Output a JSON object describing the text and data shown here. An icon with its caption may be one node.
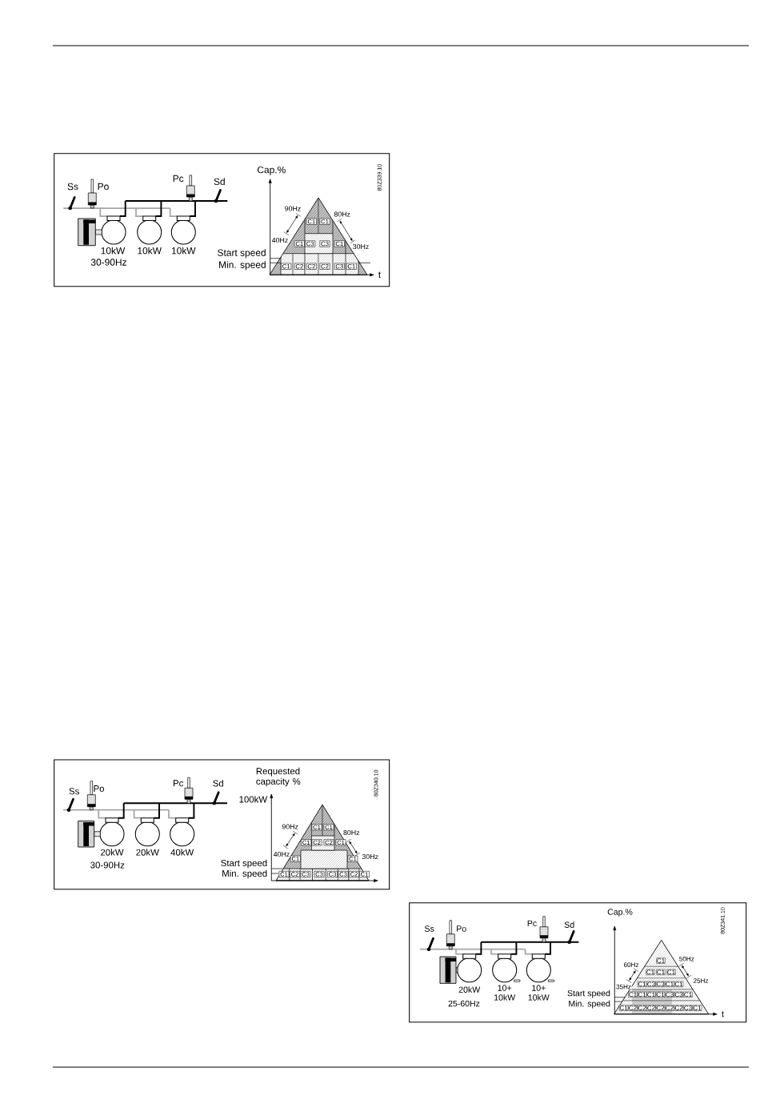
{
  "diagram": {
    "labels": [
      "Ss",
      "Po",
      "Pc",
      "Sd",
      "10kW",
      "10kW",
      "10kW",
      "30-90Hz",
      "Cap.%",
      "80Z339.10",
      "90Hz",
      "80Hz",
      "40Hz",
      "30Hz",
      "Start speed",
      "Min. speed",
      "t",
      "C1",
      "C1",
      "C1",
      "C3",
      "C3",
      "C1",
      "C1",
      "C2",
      "C2",
      "C2",
      "C3",
      "C1",
      "Ss",
      "Po",
      "Pc",
      "Sd",
      "20kW",
      "20kW",
      "40kW",
      "30-90Hz",
      "Requested capacity %",
      "80Z340.10",
      "100kW",
      "90Hz",
      "80Hz",
      "40Hz",
      "30Hz",
      "Start speed",
      "Min. speed",
      "C1",
      "C1",
      "C1",
      "C2",
      "C2",
      "C1",
      "C1",
      "C1",
      "C1",
      "C2",
      "C3",
      "C3",
      "C3",
      "C3",
      "C2",
      "C1",
      "Ss",
      "Po",
      "Pc",
      "Sd",
      "20kW",
      "10+ 10kW",
      "10+ 10kW",
      "25-60Hz",
      "Cap.%",
      "80Z341.10",
      "60Hz",
      "50Hz",
      "35Hz",
      "25Hz",
      "Start speed",
      "Min. speed",
      "t",
      "C1",
      "C1",
      "C1",
      "C1",
      "C1",
      "C3",
      "C3",
      "C1",
      "C1",
      "C1",
      "C1",
      "C1",
      "C1",
      "C3",
      "C3",
      "C1",
      "C1",
      "C2",
      "C2",
      "C2",
      "C2",
      "C2",
      "C2",
      "C3",
      "C1"
    ]
  }
}
